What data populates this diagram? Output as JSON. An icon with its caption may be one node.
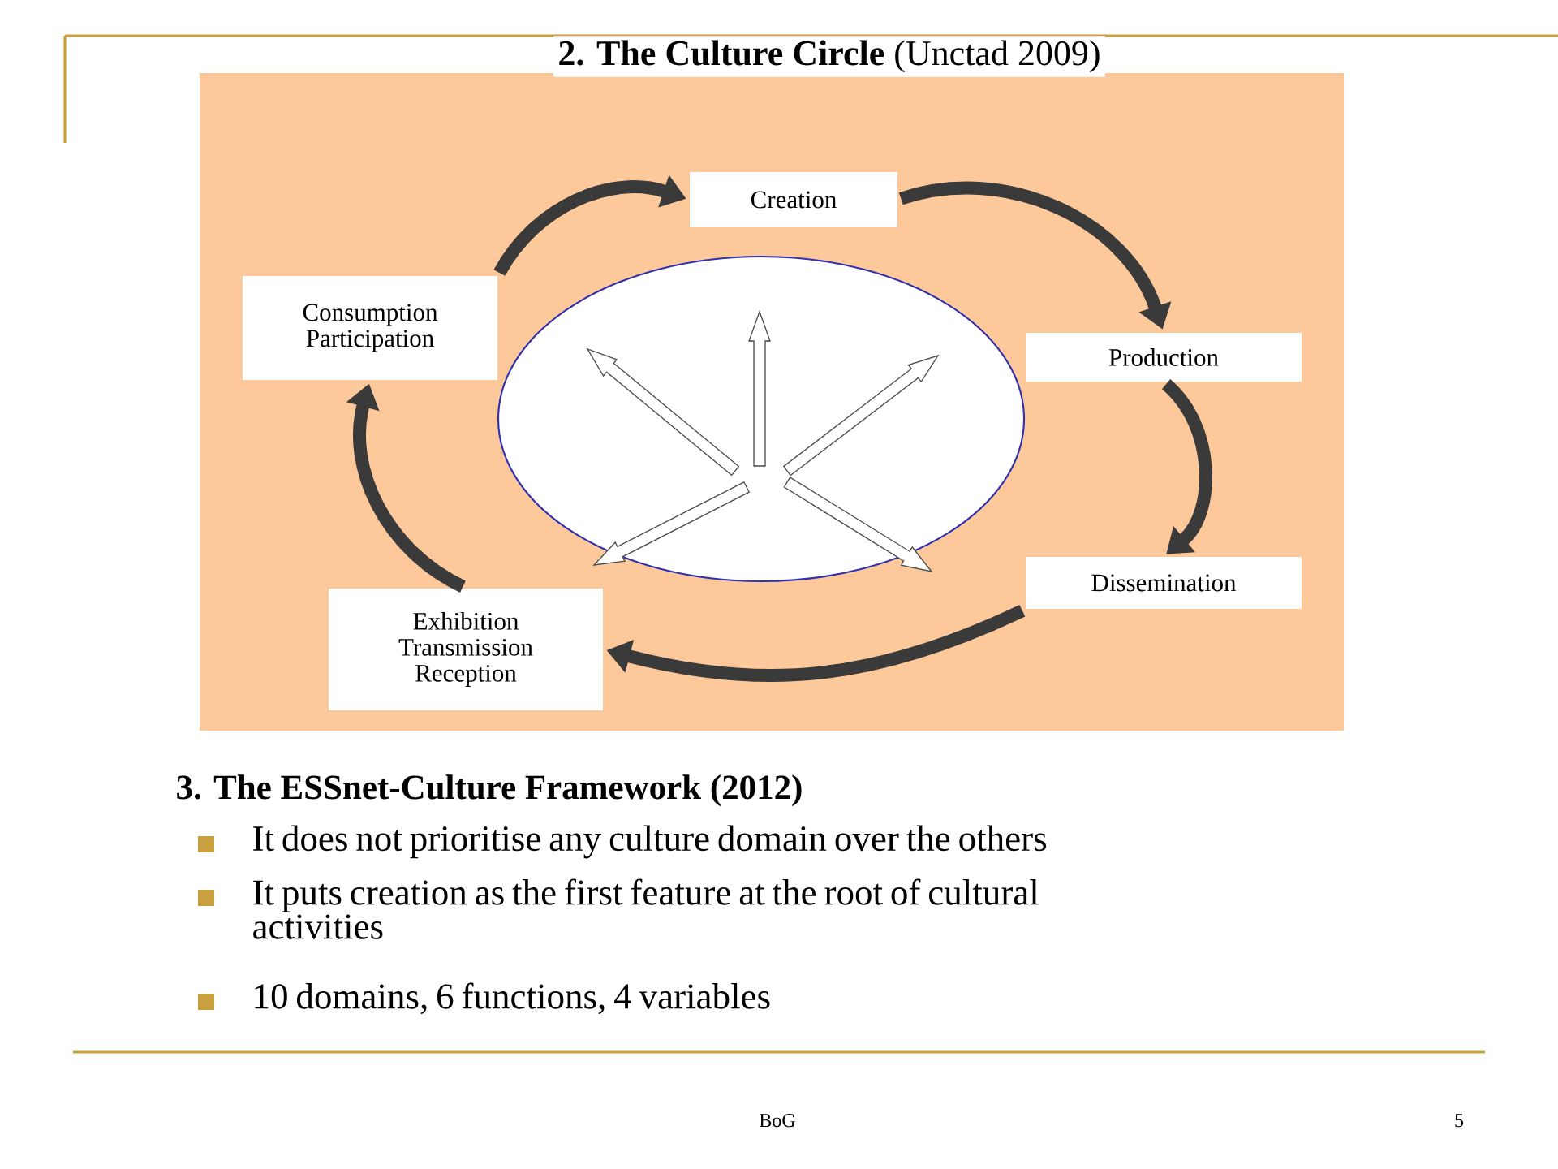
{
  "diagram": {
    "title": "**2. The Culture Circle** (Unctad 2009)",
    "nodes": [
      {
        "text": [
          "Creation"
        ]
      },
      {
        "text": [
          "Consumption Participation"
        ]
      },
      {
        "text": [
          "Production"
        ]
      },
      {
        "text": [],
        "shape": "ellipse"
      },
      {
        "text": [
          "Dissemination"
        ]
      },
      {
        "text": [
          "Exhibition Transmission Reception"
        ]
      }
    ],
    "edges": [
      {
        "from": 0,
        "to": 2,
        "arrow": "to"
      },
      {
        "from": 2,
        "to": 4,
        "arrow": "to"
      },
      {
        "from": 4,
        "to": 5,
        "arrow": "to"
      },
      {
        "from": 5,
        "to": 1,
        "arrow": "to"
      },
      {
        "from": 1,
        "to": 0,
        "arrow": "to"
      }
    ],
    "labels": [
      "3. The ESSnet-Culture Framework (2012)",
      "It does not prioritise any culture domain over the others",
      "It puts creation as the first feature at the root of cultural activities",
      "10 domains, 6 functions, 4 variables",
      "BoG",
      "5"
    ]
  }
}
